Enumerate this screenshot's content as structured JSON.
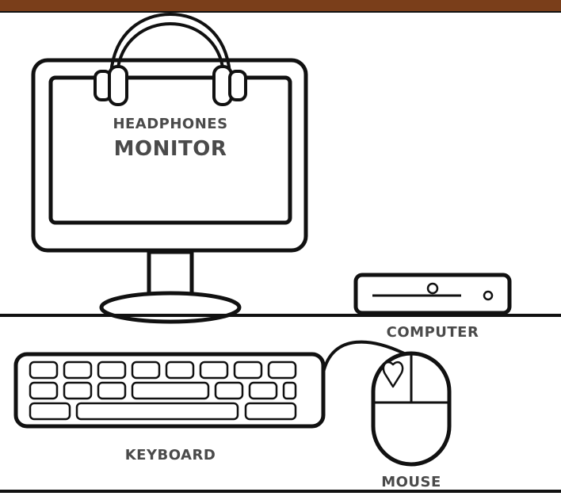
{
  "labels": {
    "headphones": "HEADPHONES",
    "monitor": "MONITOR",
    "computer": "COMPUTER",
    "keyboard": "KEYBOARD",
    "mouse": "MOUSE"
  },
  "colors": {
    "top_bar": "#7a3e1a",
    "outline": "#111111",
    "text": "#4a4a4a",
    "background": "#ffffff"
  }
}
